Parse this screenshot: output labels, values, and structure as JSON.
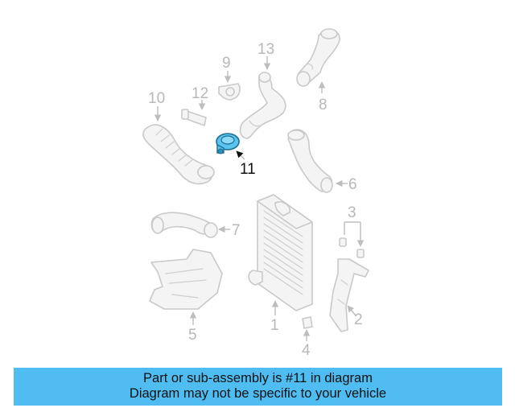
{
  "diagram": {
    "highlight_color": "#5bc3ee",
    "callouts": [
      {
        "id": "1",
        "label": "1"
      },
      {
        "id": "2",
        "label": "2"
      },
      {
        "id": "3",
        "label": "3"
      },
      {
        "id": "4",
        "label": "4"
      },
      {
        "id": "5",
        "label": "5"
      },
      {
        "id": "6",
        "label": "6"
      },
      {
        "id": "7",
        "label": "7"
      },
      {
        "id": "8",
        "label": "8"
      },
      {
        "id": "9",
        "label": "9"
      },
      {
        "id": "10",
        "label": "10"
      },
      {
        "id": "11",
        "label": "11",
        "highlighted": true
      },
      {
        "id": "12",
        "label": "12"
      },
      {
        "id": "13",
        "label": "13"
      }
    ]
  },
  "banner": {
    "line1": "Part or sub-assembly is #11 in diagram",
    "line2": "Diagram may not be specific to your vehicle",
    "background": "#4fbdf2"
  }
}
